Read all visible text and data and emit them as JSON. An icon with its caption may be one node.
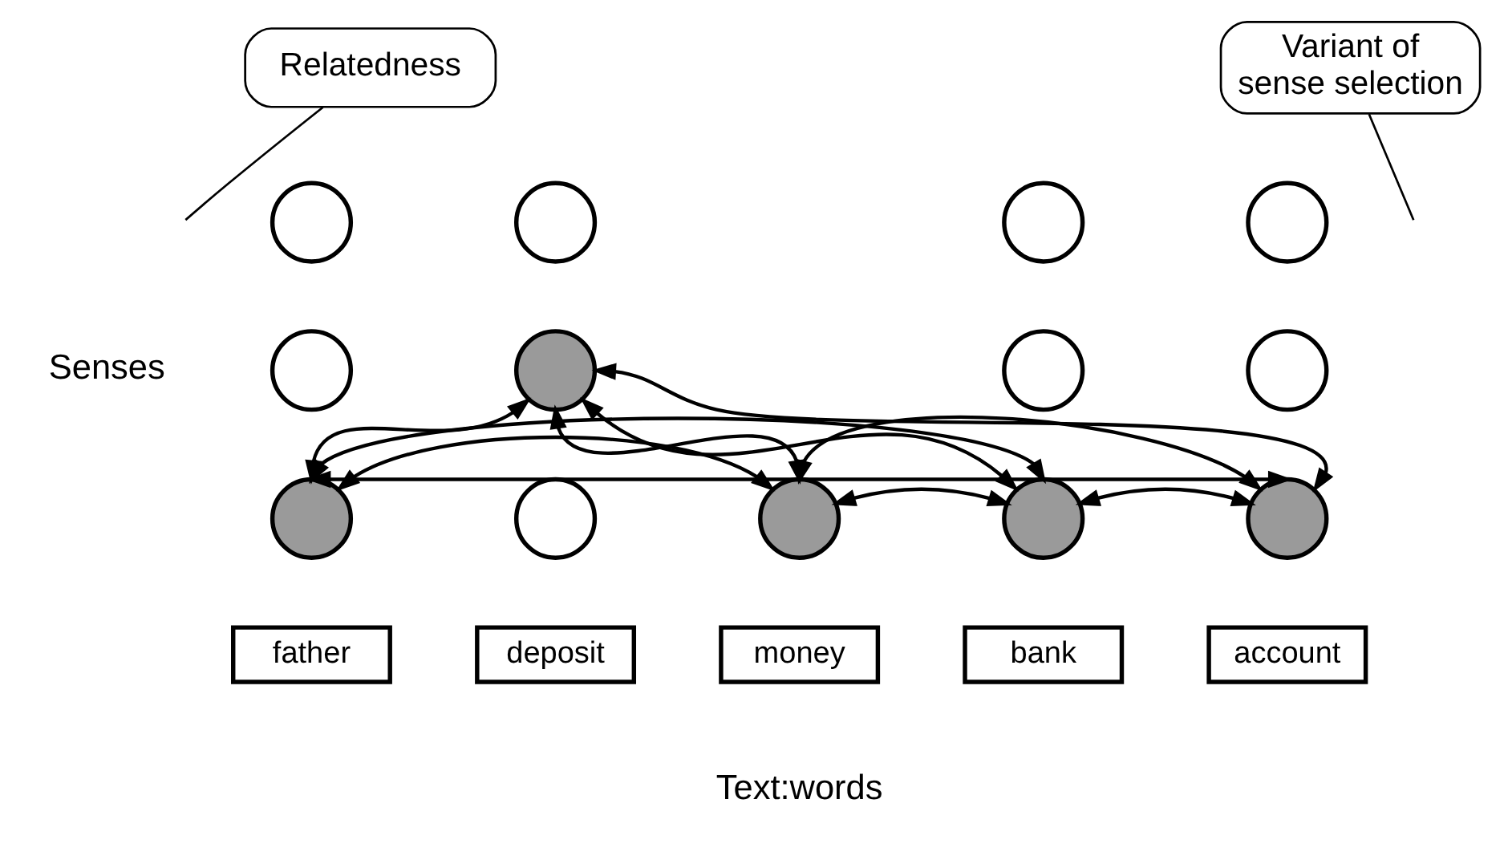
{
  "diagram": {
    "nodes": [
      {
        "text": [
          "Relatedness"
        ]
      },
      {
        "text": [
          "Variant of sense selection"
        ]
      },
      {
        "text": [],
        "shape": "circle"
      },
      {
        "text": [],
        "shape": "circle"
      },
      {
        "text": [],
        "shape": "circle"
      },
      {
        "text": [],
        "shape": "circle"
      },
      {
        "text": [],
        "shape": "circle"
      },
      {
        "text": [],
        "shape": "circle"
      },
      {
        "text": [],
        "shape": "circle"
      },
      {
        "text": [],
        "shape": "circle"
      },
      {
        "text": [],
        "shape": "circle"
      },
      {
        "text": [],
        "shape": "circle"
      },
      {
        "text": [],
        "shape": "circle"
      },
      {
        "text": [],
        "shape": "circle"
      },
      {
        "text": [],
        "shape": "circle"
      },
      {
        "text": [
          "father"
        ]
      },
      {
        "text": [
          "deposit"
        ]
      },
      {
        "text": [
          "money"
        ]
      },
      {
        "text": [
          "bank"
        ]
      },
      {
        "text": [
          "account"
        ]
      }
    ],
    "edges": [
      {
        "from": 0,
        "to": null,
        "arrow": "none"
      },
      {
        "from": 1,
        "to": null,
        "arrow": "none"
      },
      {
        "from": 7,
        "to": 10,
        "arrow": "both"
      },
      {
        "from": 7,
        "to": 12,
        "arrow": "both"
      },
      {
        "from": 7,
        "to": 13,
        "arrow": "both"
      },
      {
        "from": 7,
        "to": 14,
        "arrow": "both"
      },
      {
        "from": 10,
        "to": 12,
        "arrow": "both"
      },
      {
        "from": 10,
        "to": 13,
        "arrow": "both"
      },
      {
        "from": 10,
        "to": 14,
        "arrow": "both"
      },
      {
        "from": 12,
        "to": 13,
        "arrow": "both"
      },
      {
        "from": 12,
        "to": 14,
        "arrow": "both"
      },
      {
        "from": 13,
        "to": 14,
        "arrow": "both"
      }
    ],
    "labels": [
      "Senses",
      "Text:words"
    ]
  }
}
